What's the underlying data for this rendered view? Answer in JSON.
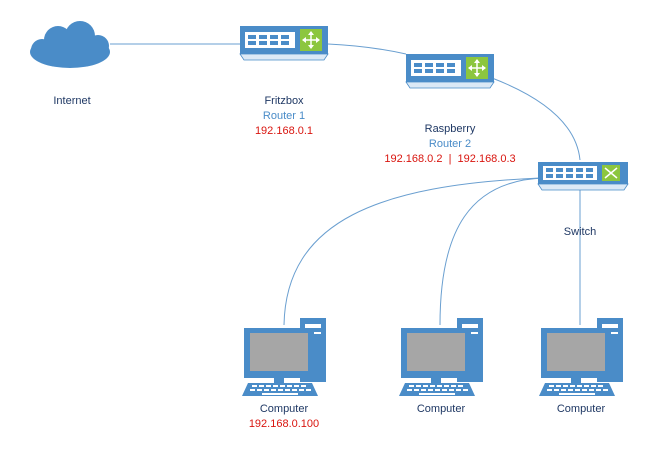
{
  "nodes": {
    "internet": {
      "name": "Internet"
    },
    "router1": {
      "name": "Fritzbox",
      "role": "Router 1",
      "ip": "192.168.0.1"
    },
    "router2": {
      "name": "Raspberry",
      "role": "Router 2",
      "ip": "192.168.0.2  |  192.168.0.3"
    },
    "switch": {
      "name": "Switch"
    },
    "computer1": {
      "name": "Computer",
      "ip": "192.168.0.100"
    },
    "computer2": {
      "name": "Computer"
    },
    "computer3": {
      "name": "Computer"
    }
  },
  "colors": {
    "device_blue": "#4a8cc8",
    "device_light": "#dbe9f6",
    "switch_green": "#8cc63f",
    "link": "#6a9fd0",
    "ip_red": "#d9150f",
    "name_dark": "#1f3864"
  },
  "icons": {
    "internet": "cloud-icon",
    "router": "router-icon",
    "switch": "switch-icon",
    "computer": "computer-icon"
  }
}
